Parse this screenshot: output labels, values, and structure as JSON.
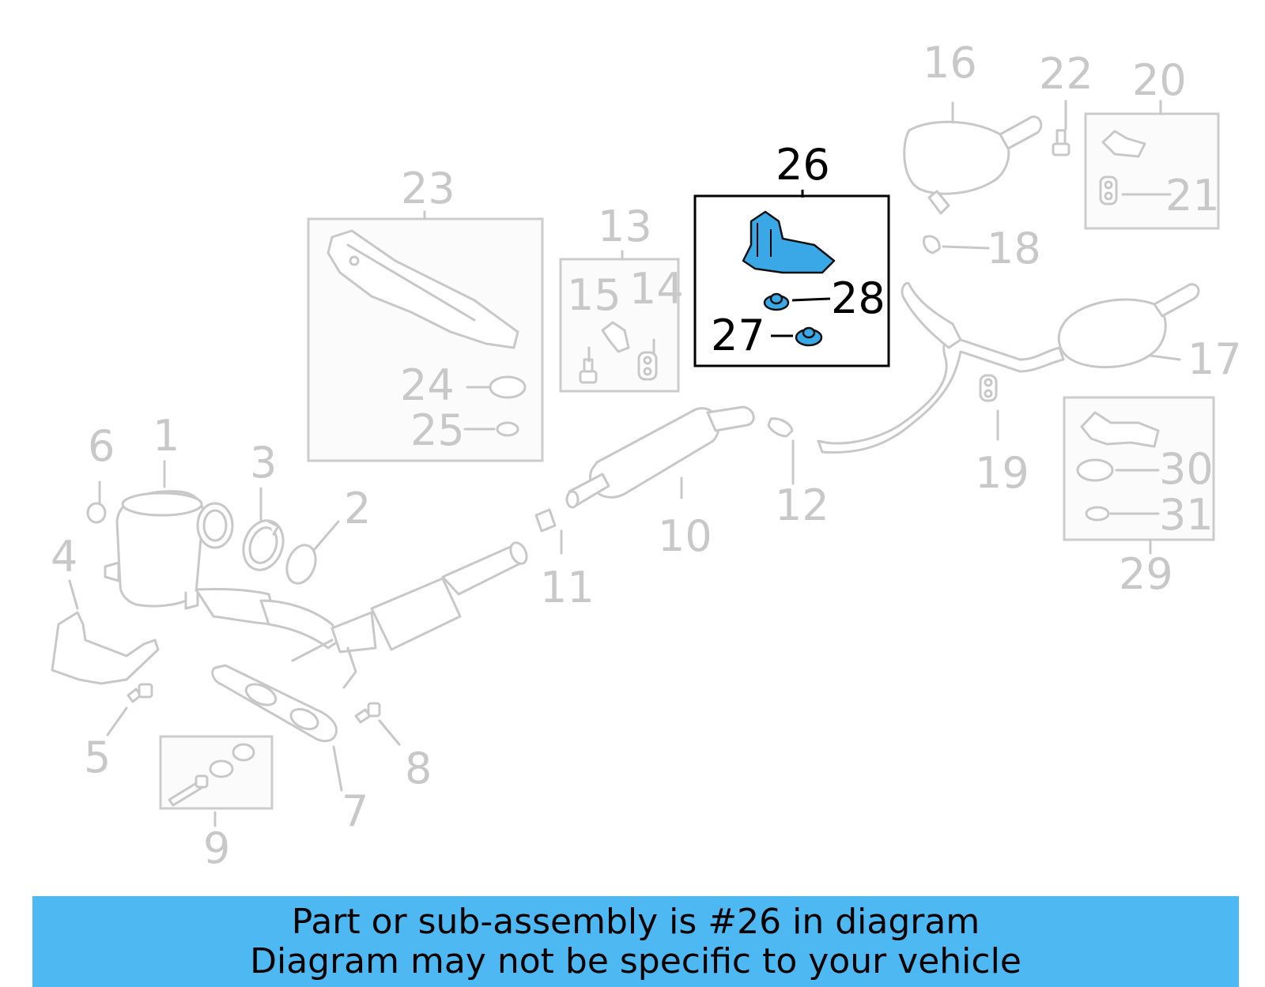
{
  "diagram": {
    "callouts": [
      {
        "id": "1",
        "label": "1"
      },
      {
        "id": "2",
        "label": "2"
      },
      {
        "id": "3",
        "label": "3"
      },
      {
        "id": "4",
        "label": "4"
      },
      {
        "id": "5",
        "label": "5"
      },
      {
        "id": "6",
        "label": "6"
      },
      {
        "id": "7",
        "label": "7"
      },
      {
        "id": "8",
        "label": "8"
      },
      {
        "id": "9",
        "label": "9"
      },
      {
        "id": "10",
        "label": "10"
      },
      {
        "id": "11",
        "label": "11"
      },
      {
        "id": "12",
        "label": "12"
      },
      {
        "id": "13",
        "label": "13"
      },
      {
        "id": "14",
        "label": "14"
      },
      {
        "id": "15",
        "label": "15"
      },
      {
        "id": "16",
        "label": "16"
      },
      {
        "id": "17",
        "label": "17"
      },
      {
        "id": "18",
        "label": "18"
      },
      {
        "id": "19",
        "label": "19"
      },
      {
        "id": "20",
        "label": "20"
      },
      {
        "id": "21",
        "label": "21"
      },
      {
        "id": "22",
        "label": "22"
      },
      {
        "id": "23",
        "label": "23"
      },
      {
        "id": "24",
        "label": "24"
      },
      {
        "id": "25",
        "label": "25"
      },
      {
        "id": "26",
        "label": "26"
      },
      {
        "id": "27",
        "label": "27"
      },
      {
        "id": "28",
        "label": "28"
      },
      {
        "id": "29",
        "label": "29"
      },
      {
        "id": "30",
        "label": "30"
      },
      {
        "id": "31",
        "label": "31"
      }
    ],
    "highlighted_callouts": [
      "26",
      "27",
      "28"
    ],
    "highlight_color": "#3aa7e6",
    "muted_color": "#c8c8c8"
  },
  "footer": {
    "line1": "Part or sub-assembly is #26 in diagram",
    "line2": "Diagram may not be specific to your vehicle",
    "background_color": "#4db8f2"
  }
}
